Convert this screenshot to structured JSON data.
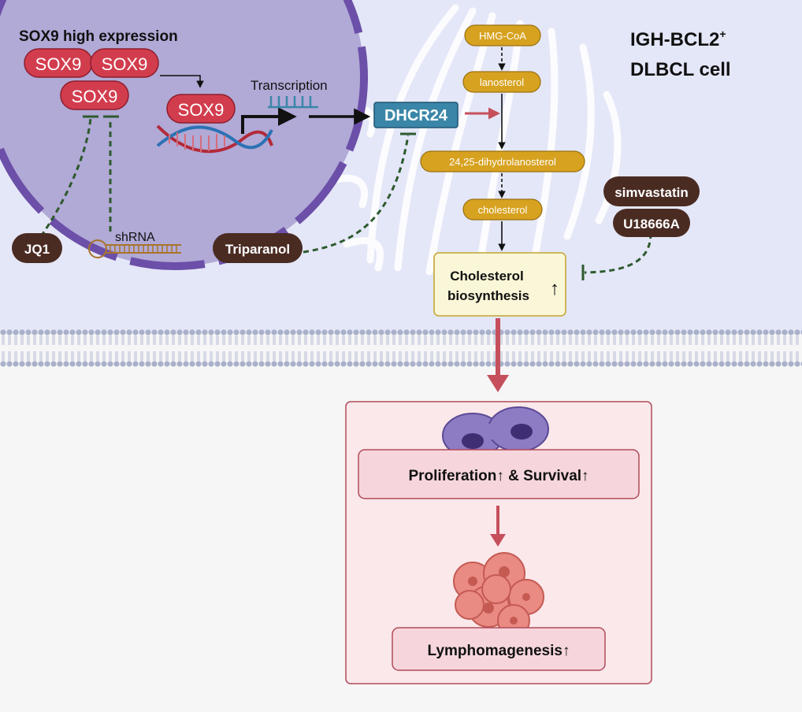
{
  "cell_label": {
    "line1": "IGH-BCL2",
    "sup": "+",
    "line2": "DLBCL cell"
  },
  "nucleus": {
    "title": "SOX9 high expression",
    "sox9": "SOX9",
    "transcription": "Transcription"
  },
  "dhcr24": "DHCR24",
  "pathway": {
    "hmg_coa": "HMG-CoA",
    "lanosterol": "lanosterol",
    "dihydro": "24,25-dihydrolanosterol",
    "cholesterol": "cholesterol",
    "biosynthesis_line1": "Cholesterol",
    "biosynthesis_line2": "biosynthesis",
    "up_arrow": "↑"
  },
  "inhibitors": {
    "jq1": "JQ1",
    "shrna": "shRNA",
    "triparanol": "Triparanol",
    "simvastatin": "simvastatin",
    "u18666a": "U18666A"
  },
  "outcomes": {
    "proliferation": "Proliferation↑ & Survival↑",
    "lymphomagenesis": "Lymphomagenesis↑"
  },
  "colors": {
    "cytoplasm": "#e4e7f7",
    "nucleus": "#b1a9d6",
    "nuclear_envelope": "#6c4fa8",
    "sox9_red": "#d23d4e",
    "dhcr24_blue": "#3a86a8",
    "pathway_gold": "#d7a21f",
    "inhibitor_brown": "#4a2b22",
    "inhibit_green": "#2d5a2e",
    "arrow_red": "#c5505c",
    "outcome_panel": "#fbe8eb"
  }
}
